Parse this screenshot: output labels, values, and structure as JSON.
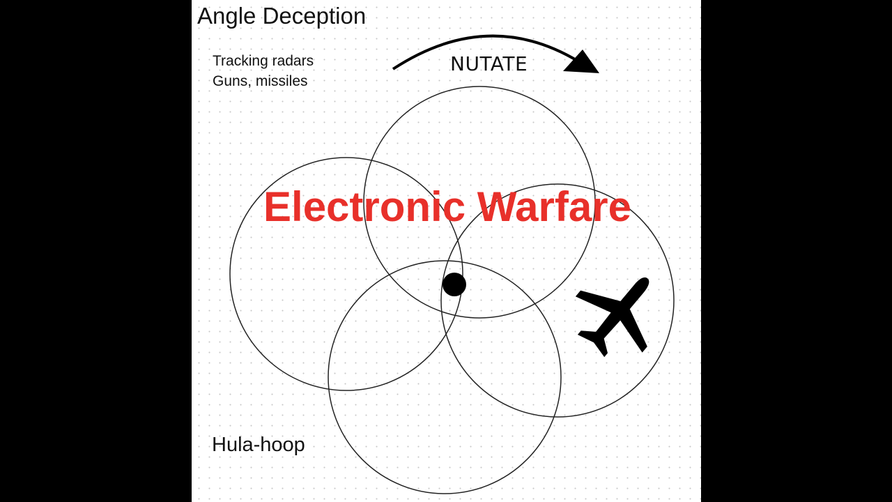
{
  "title": "Angle Deception",
  "subtitle_lines": [
    "Tracking radars",
    "Guns, missiles"
  ],
  "arrow_label": "NUTATE",
  "bottom_label": "Hula-hoop",
  "watermark": "Electronic Warfare",
  "colors": {
    "watermark": "#e8302a",
    "ink": "#111111",
    "background": "#000000",
    "panel": "#ffffff"
  },
  "icons": [
    "airplane-icon",
    "target-dot",
    "nutation-arrow"
  ]
}
